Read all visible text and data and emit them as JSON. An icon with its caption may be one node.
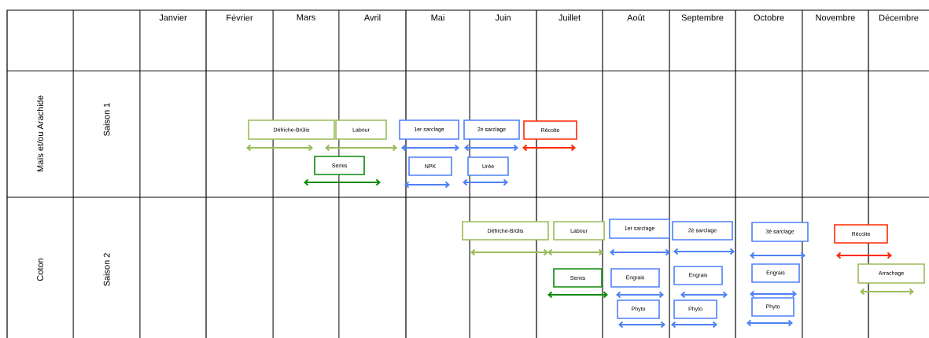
{
  "diagram": {
    "nodes": [
      {
        "text": [
          "Défriche-Brûlis"
        ]
      },
      {
        "text": [
          "Labour"
        ]
      },
      {
        "text": [
          "1er sarclage"
        ]
      },
      {
        "text": [
          "2è sarclage"
        ]
      },
      {
        "text": [
          "Récolte"
        ]
      },
      {
        "text": [
          "Semis"
        ]
      },
      {
        "text": [
          "NPK"
        ]
      },
      {
        "text": [
          "Urée"
        ]
      },
      {
        "text": [
          "Défriche-Brûlis"
        ]
      },
      {
        "text": [
          "Labour"
        ]
      },
      {
        "text": [
          "1er sarclage"
        ]
      },
      {
        "text": [
          "2è sarclage"
        ]
      },
      {
        "text": [
          "3è sarclage"
        ]
      },
      {
        "text": [
          "Récolte"
        ]
      },
      {
        "text": [
          "Semis"
        ]
      },
      {
        "text": [
          "Engrais"
        ]
      },
      {
        "text": [
          "Engrais"
        ]
      },
      {
        "text": [
          "Engrais"
        ]
      },
      {
        "text": [
          "Arrachage"
        ]
      },
      {
        "text": [
          "Phyto"
        ]
      },
      {
        "text": [
          "Phyto"
        ]
      },
      {
        "text": [
          "Phyto"
        ]
      }
    ],
    "labels": [
      "Janvier",
      "Février",
      "Mars",
      "Avril",
      "Mai",
      "Juin",
      "Juillet",
      "Août",
      "Septembre",
      "Octobre",
      "Novembre",
      "Décembre",
      "Maïs et/ou Arachide",
      "Saison 1",
      "Coton",
      "Saison 2"
    ]
  }
}
